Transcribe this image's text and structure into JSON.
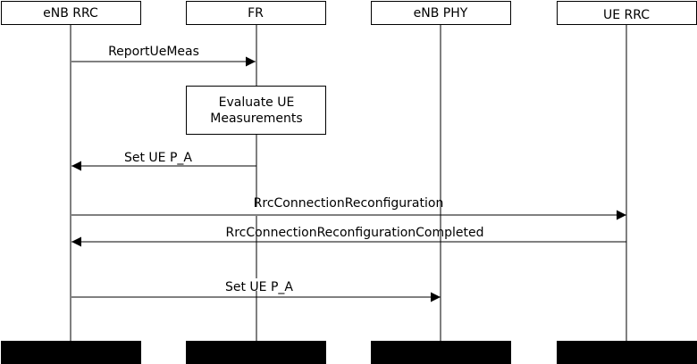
{
  "participants": [
    {
      "name": "eNB RRC"
    },
    {
      "name": "FR"
    },
    {
      "name": "eNB PHY"
    },
    {
      "name": "UE RRC"
    }
  ],
  "note": {
    "line1": "Evaluate UE",
    "line2": "Measurements"
  },
  "messages": [
    {
      "label": "ReportUeMeas",
      "from": "eNB RRC",
      "to": "FR"
    },
    {
      "label": "Set UE P_A",
      "from": "FR",
      "to": "eNB RRC"
    },
    {
      "label": "RrcConnectionReconfiguration",
      "from": "eNB RRC",
      "to": "UE RRC"
    },
    {
      "label": "RrcConnectionReconfigurationCompleted",
      "from": "UE RRC",
      "to": "eNB RRC"
    },
    {
      "label": "Set UE P_A",
      "from": "eNB RRC",
      "to": "eNB PHY"
    }
  ]
}
